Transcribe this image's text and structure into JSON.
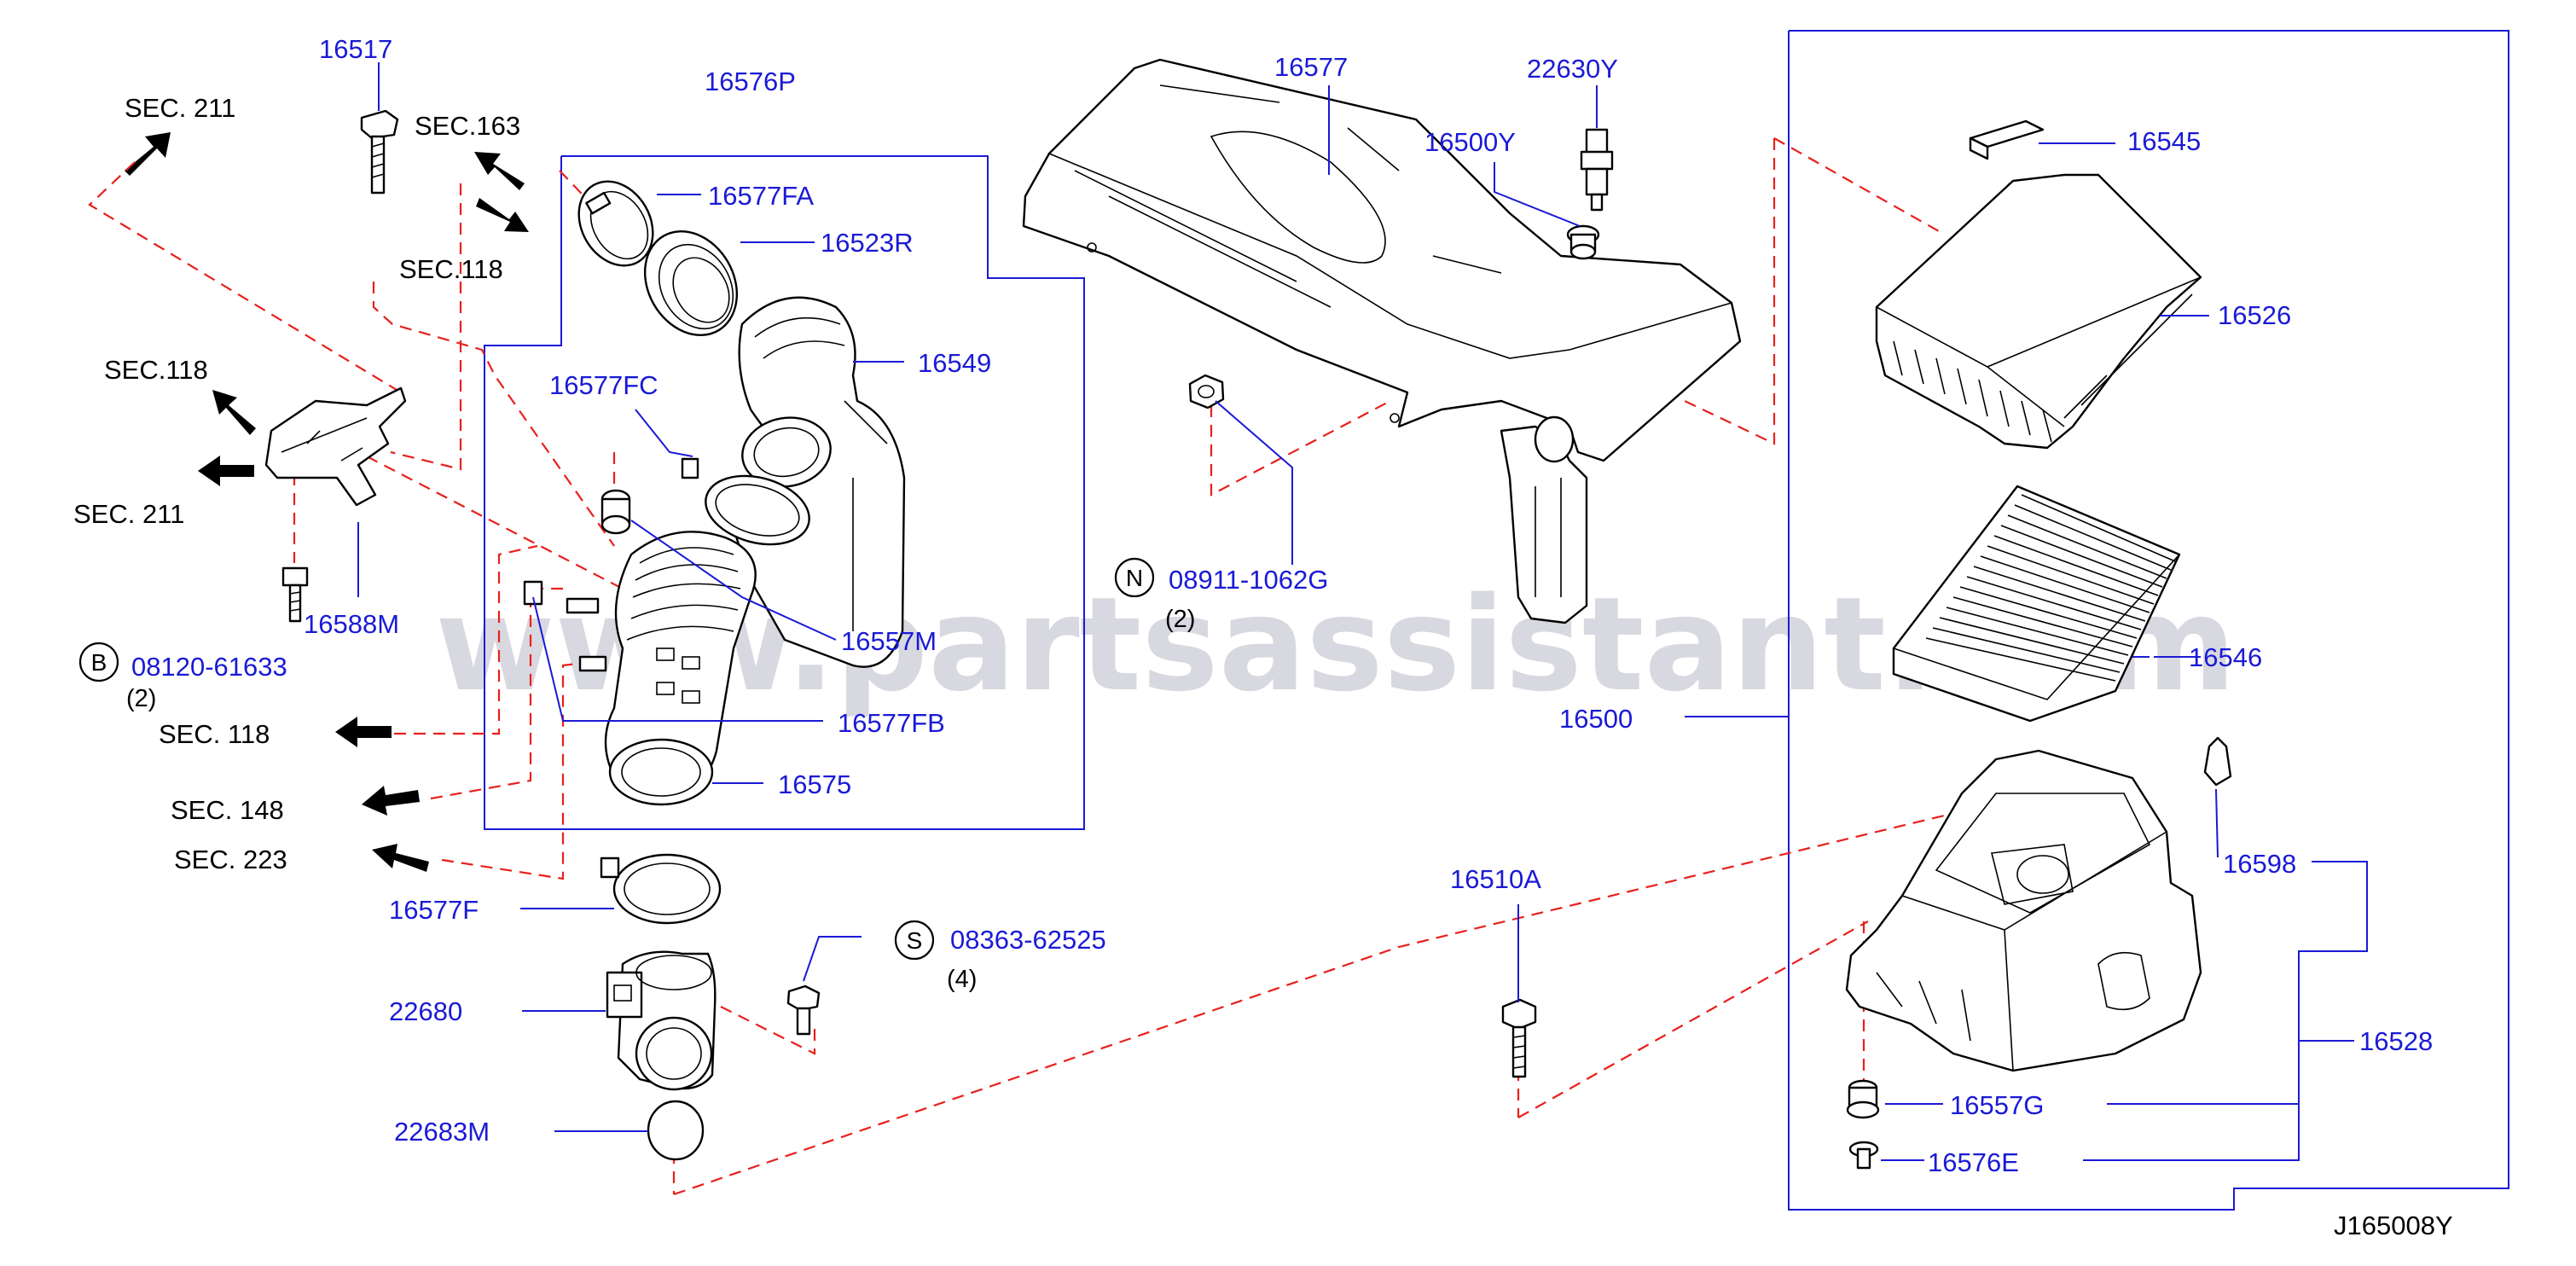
{
  "watermark": "www.partsassistant.com",
  "diagram_ref": "J165008Y",
  "section_refs": {
    "sec211_top": "SEC.  211",
    "sec163": "SEC.163",
    "sec118_a": "SEC.118",
    "sec118_b": "SEC.118",
    "sec211_mid": "SEC.  211",
    "sec118_c": "SEC.  118",
    "sec148": "SEC.  148",
    "sec223": "SEC.  223"
  },
  "part_numbers": {
    "p16517": "16517",
    "p16576P": "16576P",
    "p16577FA": "16577FA",
    "p16523R": "16523R",
    "p16549": "16549",
    "p16577FC": "16577FC",
    "p16588M": "16588M",
    "p16557M": "16557M",
    "p16577FB": "16577FB",
    "p16575": "16575",
    "p16577F": "16577F",
    "p22680": "22680",
    "p22683M": "22683M",
    "p16577": "16577",
    "p22630Y": "22630Y",
    "p16500Y": "16500Y",
    "p16545": "16545",
    "p16526": "16526",
    "p16546": "16546",
    "p16500": "16500",
    "p16598": "16598",
    "p16528": "16528",
    "p16557G": "16557G",
    "p16576E": "16576E",
    "p16510A": "16510A"
  },
  "fasteners": {
    "b": {
      "symbol": "B",
      "number": "08120-61633",
      "qty": "(2)"
    },
    "n": {
      "symbol": "N",
      "number": "08911-1062G",
      "qty": "(2)"
    },
    "s": {
      "symbol": "S",
      "number": "08363-62525",
      "qty": "(4)"
    }
  },
  "colors": {
    "part_label": "#1a1ad6",
    "leader_line": "#1a1ad6",
    "dashed_line": "#e8201c",
    "outline": "#000000"
  }
}
